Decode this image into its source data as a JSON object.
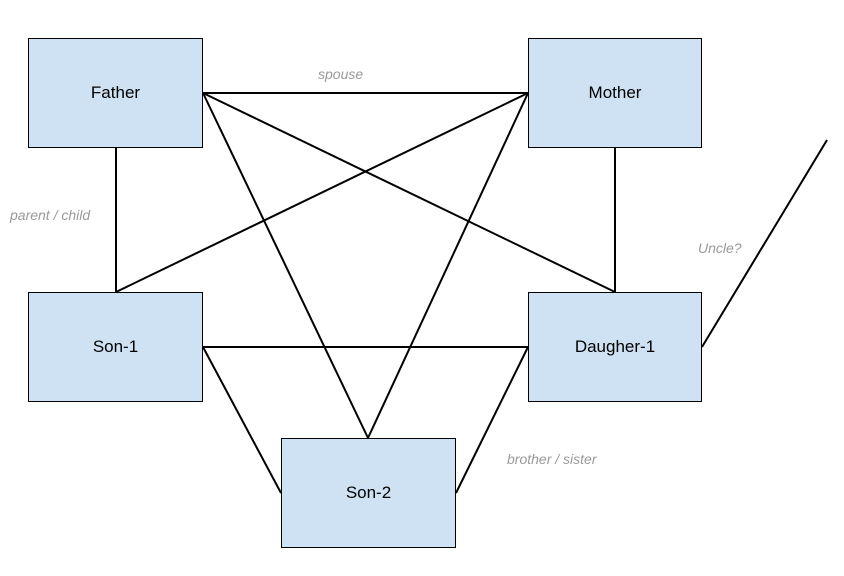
{
  "nodes": {
    "father": "Father",
    "mother": "Mother",
    "son1": "Son-1",
    "daughter1": "Daugher-1",
    "son2": "Son-2"
  },
  "edge_labels": {
    "spouse": "spouse",
    "parent_child": "parent / child",
    "uncle": "Uncle?",
    "brother_sister": "brother / sister"
  },
  "colors": {
    "node_fill": "#cfe2f3",
    "node_border": "#000000",
    "edge": "#000000",
    "label_text": "#999999"
  }
}
